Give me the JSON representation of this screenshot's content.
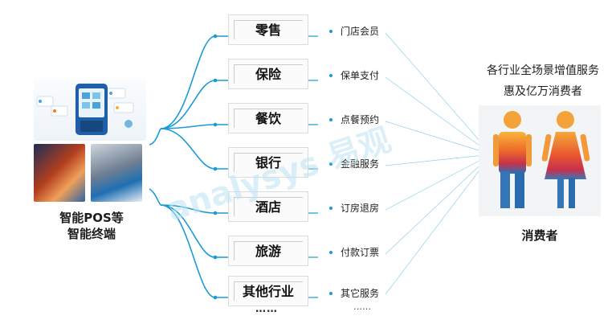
{
  "left_panel": {
    "caption_line1": "智能POS等",
    "caption_line2": "智能终端"
  },
  "industries": [
    {
      "label": "零售",
      "service": "门店会员"
    },
    {
      "label": "保险",
      "service": "保单支付"
    },
    {
      "label": "餐饮",
      "service": "点餐预约"
    },
    {
      "label": "银行",
      "service": "金融服务"
    },
    {
      "label": "酒店",
      "service": "订房退房"
    },
    {
      "label": "旅游",
      "service": "付款订票"
    },
    {
      "label": "其他行业",
      "service": "其它服务"
    }
  ],
  "industry_ellipsis": "……",
  "service_ellipsis": "……",
  "right_panel": {
    "title_line1": "各行业全场景增值服务",
    "title_line2": "惠及亿万消费者",
    "consumer_label": "消费者"
  },
  "colors": {
    "connector": "#1a9bd6",
    "fan_lines": "#8fd0ec",
    "bullet": "#1a9bd6"
  }
}
